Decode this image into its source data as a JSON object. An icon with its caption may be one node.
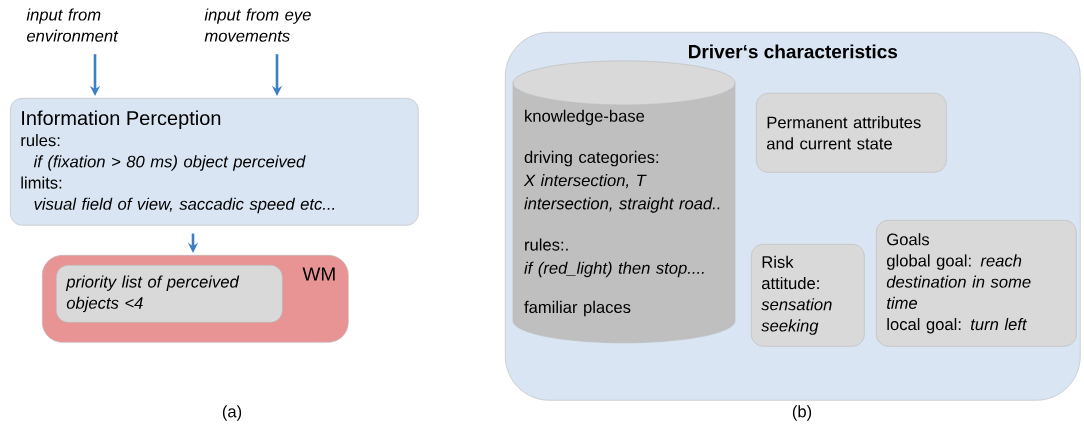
{
  "diagram": {
    "nodes": [
      {
        "text": [
          "input from environment"
        ]
      },
      {
        "text": [
          "input from eye movements"
        ]
      },
      {
        "text": [
          "Information Perception",
          "rules:",
          "if (fixation > 80 ms) object perceived",
          "limits:",
          "visual field of view, saccadic speed etc..."
        ]
      },
      {
        "text": [
          "WM"
        ]
      },
      {
        "text": [
          "priority list of perceived objects <4"
        ],
        "in": 3
      },
      {
        "text": [
          "Driver‘s characteristics"
        ]
      },
      {
        "text": [
          "knowledge-base",
          "driving categories:",
          "X intersection, T intersection, straight road..",
          "rules:.",
          "if (red_light) then stop....",
          "familiar places"
        ],
        "in": 5
      },
      {
        "text": [
          "Permanent attributes and current state"
        ],
        "in": 5
      },
      {
        "text": [
          "Risk attitude: *sensation seeking*"
        ],
        "in": 5
      },
      {
        "text": [
          "Goals",
          "global goal: *reach destination in some time*",
          "local goal: *turn left*"
        ],
        "in": 5
      }
    ],
    "edges": [
      {
        "from": 0,
        "to": 2,
        "arrow": "to"
      },
      {
        "from": 1,
        "to": 2,
        "arrow": "to"
      },
      {
        "from": 2,
        "to": 3,
        "arrow": "to"
      }
    ],
    "labels": [
      "(a)",
      "(b)"
    ]
  }
}
